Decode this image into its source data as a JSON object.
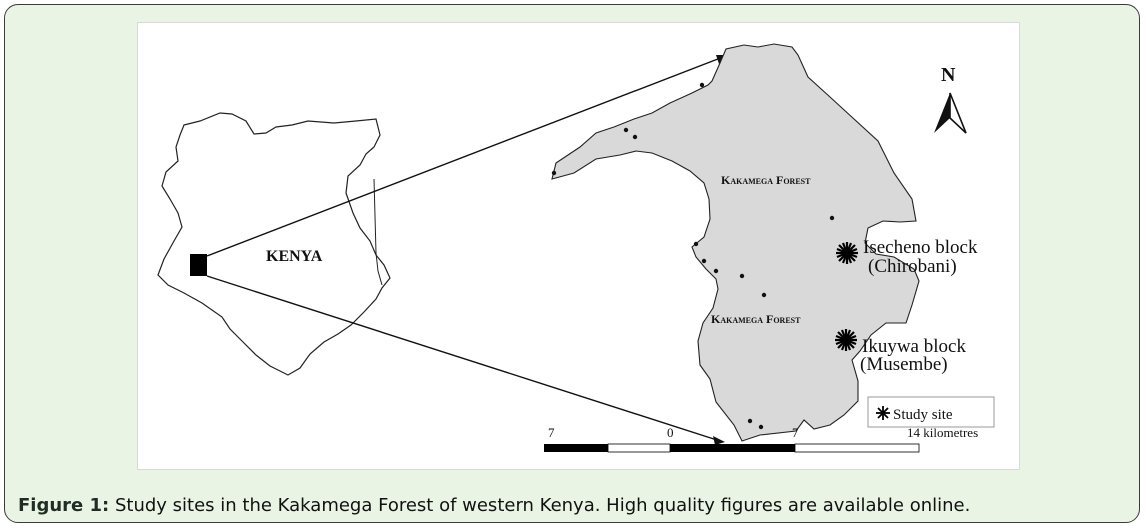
{
  "map": {
    "country_label": "KENYA",
    "forest_labels": [
      "Kakamega Forest",
      "Kakamega Forest"
    ],
    "north_label": "N",
    "sites": [
      {
        "name": "Isecheno block",
        "alt_name": "(Chirobani)"
      },
      {
        "name": "Ikuywa block",
        "alt_name": "(Musembe)"
      }
    ],
    "legend": {
      "label": "Study site"
    },
    "scale_bar": {
      "ticks": [
        "7",
        "0",
        "7",
        "14"
      ],
      "unit": "kilometres",
      "last_tick_with_unit": "14 kilometres"
    },
    "colors": {
      "forest_fill": "#d9d9d9",
      "outline": "#222222"
    }
  },
  "caption": {
    "label": "Figure 1:",
    "text": " Study sites in the Kakamega Forest of western Kenya. High quality figures are available online."
  }
}
